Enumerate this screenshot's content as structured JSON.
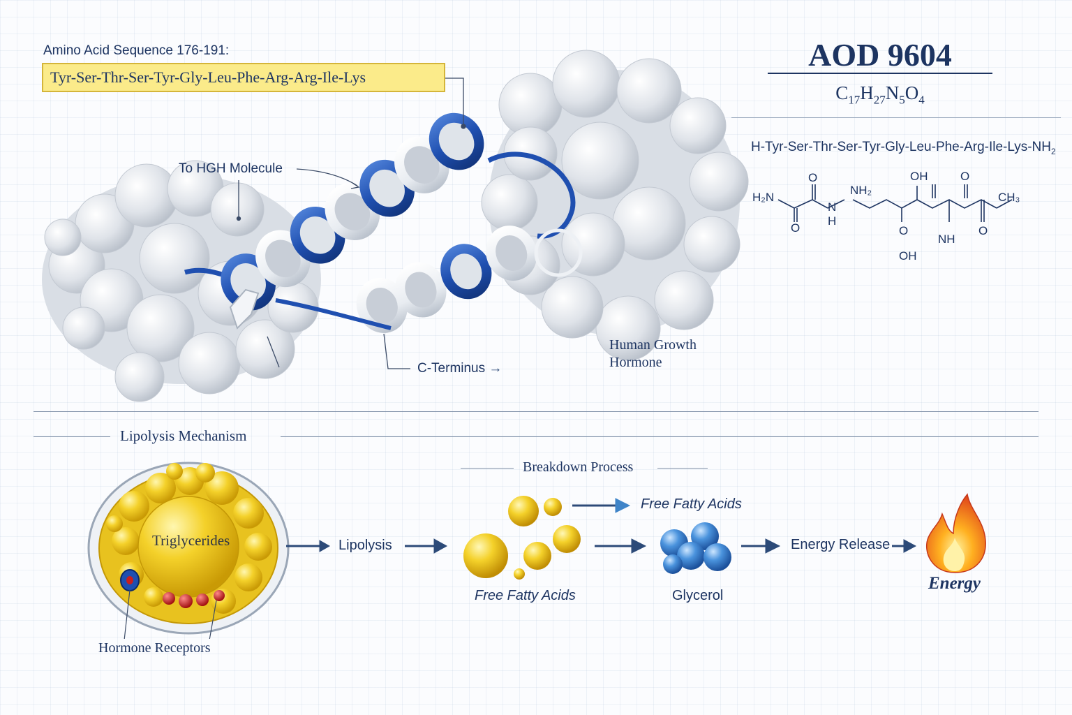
{
  "header": {
    "sequence_label": "Amino Acid Sequence 176-191:",
    "sequence": "Tyr-Ser-Thr-Ser-Tyr-Gly-Leu-Phe-Arg-Arg-Ile-Lys"
  },
  "compound": {
    "name": "AOD 9604",
    "formula": {
      "c": "C",
      "c_n": "17",
      "h": "H",
      "h_n": "27",
      "n": "N",
      "n_n": "5",
      "o": "O",
      "o_n": "4"
    },
    "peptide_sequence": "H-Tyr-Ser-Thr-Ser-Tyr-Gly-Leu-Phe-Arg-Ile-Lys-NH",
    "peptide_sub": "2",
    "structure_labels": {
      "h2n": "H₂N",
      "o_top1": "O",
      "o_bot1": "O",
      "nh_left": "N",
      "h_left": "H",
      "nh2": "NH₂",
      "oh_top": "OH",
      "o_top2": "O",
      "ch3": "CH₃",
      "o_mid": "O",
      "oh_bot": "OH",
      "nh_bot": "NH",
      "o_bot2": "O"
    }
  },
  "protein": {
    "to_hgh": "To HGH Molecule",
    "c_terminus": "C-Terminus",
    "hgh_line1": "Human Growth",
    "hgh_line2": "Hormone",
    "colors": {
      "helix_blue": "#1f4fb0",
      "helix_white": "#eef1f5",
      "blob": "#d8dde4"
    }
  },
  "lipolysis": {
    "title": "Lipolysis Mechanism",
    "breakdown_title": "Breakdown Process",
    "cell_label": "Triglycerides",
    "receptors_label": "Hormone Receptors",
    "step_lipolysis": "Lipolysis",
    "ffa_top": "Free Fatty Acids",
    "ffa_bottom": "Free Fatty Acids",
    "glycerol": "Glycerol",
    "energy_release": "Energy Release",
    "energy": "Energy",
    "colors": {
      "fat_yellow": "#f2c81c",
      "glycerol_blue": "#3f8ad6",
      "receptor_red": "#c81e1e",
      "arrow": "#2c4a78"
    }
  }
}
